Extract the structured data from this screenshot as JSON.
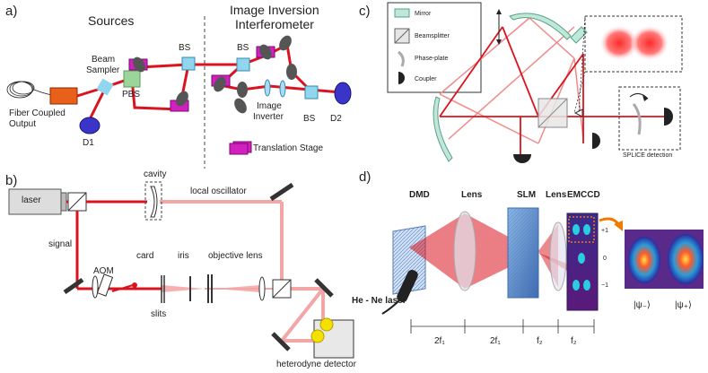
{
  "panels": {
    "a": {
      "tag": "a)",
      "title_left": "Sources",
      "title_right_1": "Image Inversion",
      "title_right_2": "Interferometer",
      "bs_1": "BS",
      "bs_2": "BS",
      "bs_3": "BS",
      "beam_sampler_1": "Beam",
      "beam_sampler_2": "Sampler",
      "pbs": "PBS",
      "fiber_1": "Fiber Coupled",
      "fiber_2": "Output",
      "d1": "D1",
      "d2": "D2",
      "image_inverter_1": "Image",
      "image_inverter_2": "Inverter",
      "translation_stage": "Translation Stage"
    },
    "b": {
      "tag": "b)",
      "laser": "laser",
      "cavity": "cavity",
      "local_oscillator": "local oscillator",
      "signal": "signal",
      "aom": "AOM",
      "card": "card",
      "iris": "iris",
      "objective_lens": "objective lens",
      "slits": "slits",
      "heterodyne_detector": "heterodyne detector"
    },
    "c": {
      "tag": "c)",
      "legend_mirror": "Mirror",
      "legend_beamsplitter": "Beamsplitter",
      "legend_phaseplate": "Phase-plate",
      "legend_coupler": "Coupler",
      "splice_detection": "SPLICE detection"
    },
    "d": {
      "tag": "d)",
      "dmd": "DMD",
      "lens_1": "Lens",
      "slm": "SLM",
      "lens_2": "Lens",
      "emccd": "EMCCD",
      "plus_one": "+1",
      "zero": "0",
      "minus_one": "−1",
      "laser": "He - Ne laser",
      "f1_a": "2f₁",
      "f1_b": "2f₁",
      "f2_a": "f₂",
      "f2_b": "f₂",
      "psi_minus": "|ψ₋⟩",
      "psi_plus": "|ψ₊⟩"
    }
  },
  "colors": {
    "beam": "#d9141f",
    "beam_light": "#f08a8a",
    "translation_stage": "#d21fc0",
    "optic_blue": "#8fd6ee",
    "detector": "#3b34c8",
    "mirror_c": "#bfe8d8"
  }
}
